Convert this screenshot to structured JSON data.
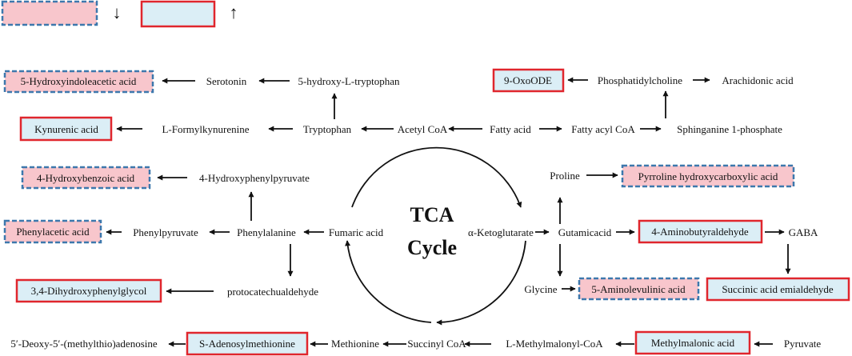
{
  "colors": {
    "decrease_fill": "#f8c6cc",
    "decrease_border": "#3d78ad",
    "increase_fill": "#dbeef6",
    "increase_border": "#e0262d",
    "arrow": "#111111"
  },
  "legend": {
    "decrease_symbol": "↓",
    "increase_symbol": "↑"
  },
  "center": {
    "line1": "TCA",
    "line2": "Cycle"
  },
  "nodes": {
    "hiaa": "5-Hydroxyindoleacetic acid",
    "serotonin": "Serotonin",
    "htp": "5-hydroxy-L-tryptophan",
    "oxoode": "9-OxoODE",
    "pc": "Phosphatidylcholine",
    "arachidonic": "Arachidonic acid",
    "kynurenic": "Kynurenic acid",
    "formylkyn": "L-Formylkynurenine",
    "tryptophan": "Tryptophan",
    "acetylcoa": "Acetyl CoA",
    "fattyacid": "Fatty acid",
    "fattyacylcoa": "Fatty acyl CoA",
    "sphinganine": "Sphinganine 1-phosphate",
    "hydroxybenzoic": "4-Hydroxybenzoic acid",
    "hppyruvate": "4-Hydroxyphenylpyruvate",
    "proline": "Proline",
    "pyrroline": "Pyrroline hydroxycarboxylic acid",
    "phenylacetic": "Phenylacetic acid",
    "phenylpyruvate": "Phenylpyruvate",
    "phenylalanine": "Phenylalanine",
    "fumaric": "Fumaric acid",
    "ketoglutarate": "α-Ketoglutarate",
    "gutamic": "Gutamicacid",
    "aminobutyraldehyde": "4-Aminobutyraldehyde",
    "gaba": "GABA",
    "dhpg": "3,4-Dihydroxyphenylglycol",
    "protocatechu": "protocatechualdehyde",
    "glycine": "Glycine",
    "ala": "5-Aminolevulinic acid",
    "succinic_semi": "Succinic acid emialdehyde",
    "mta": "5′-Deoxy-5′-(methylthio)adenosine",
    "sam": "S-Adenosylmethionine",
    "methionine": "Methionine",
    "succinylcoa": "Succinyl CoA",
    "methylmalonylcoa": "L-Methylmalonyl-CoA",
    "methylmalonic": "Methylmalonic acid",
    "pyruvate": "Pyruvate"
  }
}
